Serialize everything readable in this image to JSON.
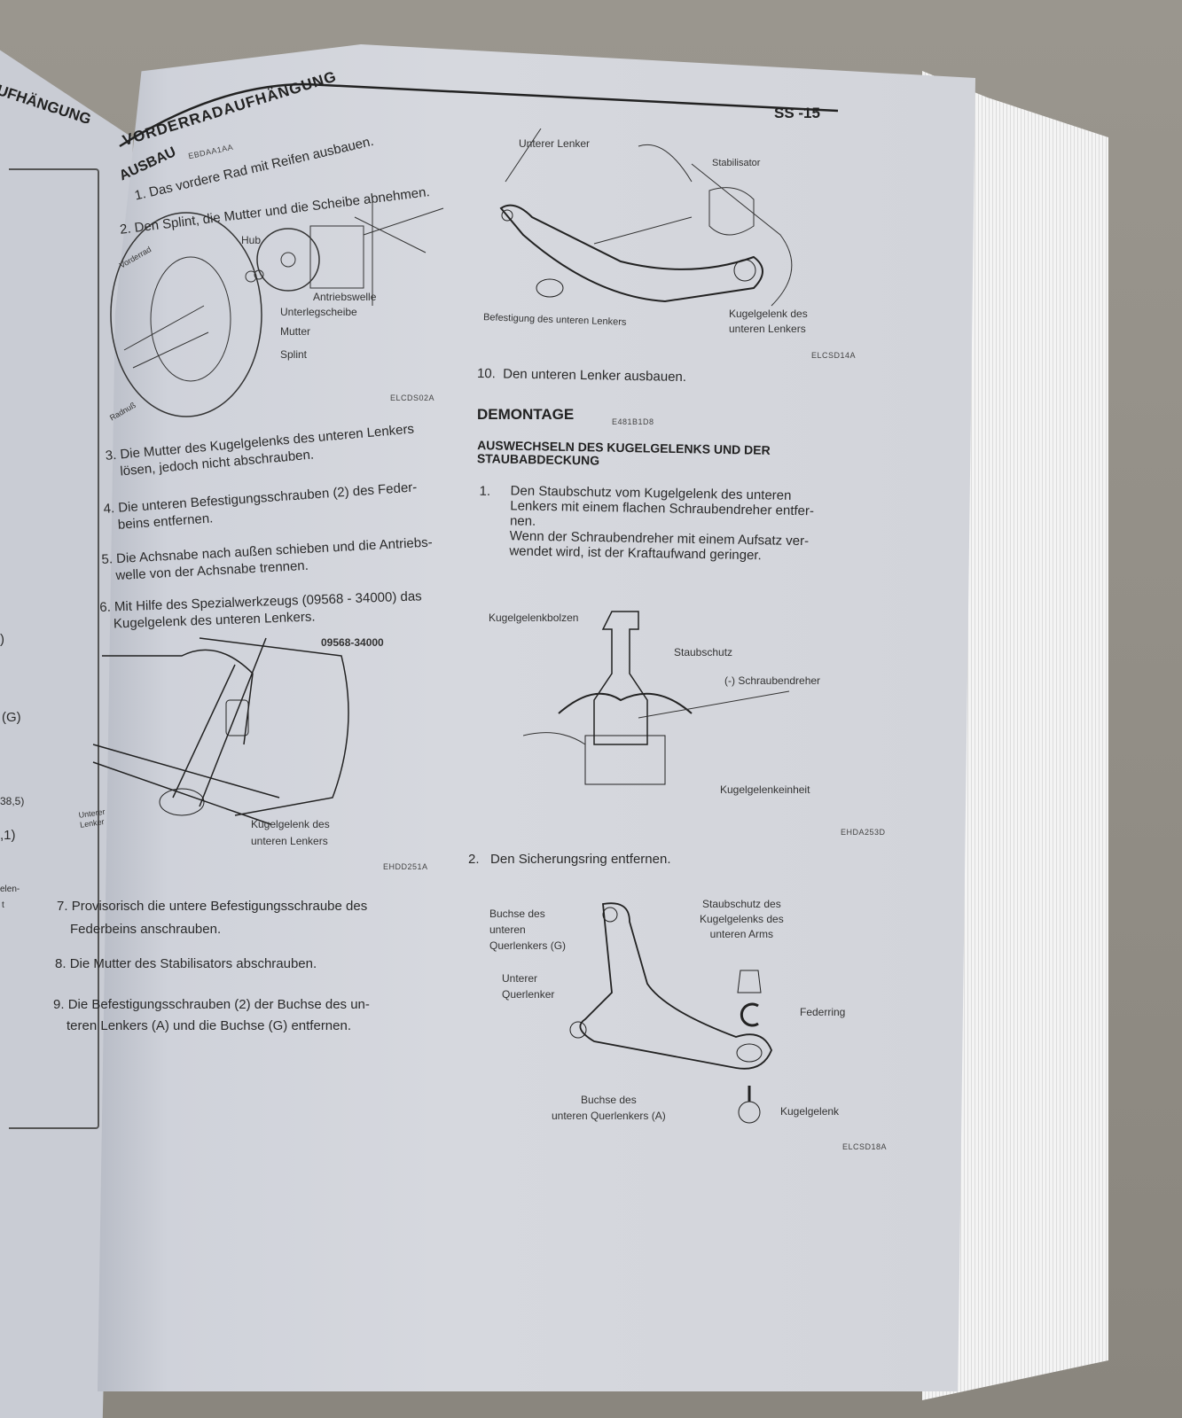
{
  "left_page": {
    "header": "UFHÄNGUNG",
    "margin_notes": [
      ")",
      "(G)",
      "38,5)",
      ",1)",
      "elen-",
      "t"
    ]
  },
  "header": {
    "section_title": "VORDERRADAUFHÄNGUNG",
    "page_number": "SS -15"
  },
  "left_column": {
    "ausbau": {
      "title": "AUSBAU",
      "code": "EBDAA1AA"
    },
    "steps_a": [
      {
        "num": "1.",
        "text": "Das vordere Rad mit Reifen ausbauen."
      },
      {
        "num": "2.",
        "text": "Den Splint, die Mutter und die Scheibe abnehmen."
      }
    ],
    "figure1": {
      "labels": [
        "Hub",
        "Vorderrad",
        "Antriebswelle",
        "Unterlegscheibe",
        "Mutter",
        "Splint",
        "Radnuß"
      ],
      "code": "ELCDS02A"
    },
    "steps_b": [
      {
        "num": "3.",
        "line1": "Die Mutter des Kugelgelenks des unteren Lenkers",
        "line2": "lösen, jedoch nicht abschrauben."
      },
      {
        "num": "4.",
        "line1": "Die unteren Befestigungsschrauben (2) des Feder-",
        "line2": "beins entfernen."
      },
      {
        "num": "5.",
        "line1": "Die Achsnabe nach außen schieben und die Antriebs-",
        "line2": "welle von der Achsnabe trennen."
      },
      {
        "num": "6.",
        "line1": "Mit Hilfe des Spezialwerkzeugs (09568 - 34000) das",
        "line2": "Kugelgelenk des unteren Lenkers."
      }
    ],
    "figure2": {
      "tool": "09568-34000",
      "label_lenker": "Unterer Lenker",
      "label_kugel1": "Kugelgelenk des",
      "label_kugel2": "unteren Lenkers",
      "code": "EHDD251A"
    },
    "steps_c": [
      {
        "num": "7.",
        "line1": "Provisorisch die untere Befestigungsschraube des",
        "line2": "Federbeins anschrauben."
      },
      {
        "num": "8.",
        "line1": "Die Mutter des Stabilisators abschrauben.",
        "line2": ""
      },
      {
        "num": "9.",
        "line1": "Die Befestigungsschrauben (2) der Buchse des un-",
        "line2": "teren Lenkers (A) und die Buchse (G) entfernen."
      }
    ]
  },
  "right_column": {
    "figure3": {
      "labels": {
        "unterer_lenker": "Unterer Lenker",
        "stabilisator": "Stabilisator",
        "befestigung": "Befestigung des unteren Lenkers",
        "kugel1": "Kugelgelenk des",
        "kugel2": "unteren Lenkers"
      },
      "code": "ELCSD14A"
    },
    "step10": {
      "num": "10.",
      "text": "Den unteren Lenker ausbauen."
    },
    "demontage": {
      "title": "DEMONTAGE",
      "code": "E481B1D8"
    },
    "subheading": {
      "line1": "AUSWECHSELN DES KUGELGELENKS UND DER",
      "line2": "STAUBABDECKUNG"
    },
    "step1": {
      "num": "1.",
      "lines": [
        "Den Staubschutz vom Kugelgelenk des unteren",
        "Lenkers mit einem flachen Schraubendreher entfer-",
        "nen.",
        "Wenn der Schraubendreher mit einem Aufsatz ver-",
        "wendet wird, ist der Kraftaufwand geringer."
      ]
    },
    "figure4": {
      "labels": {
        "bolzen": "Kugelgelenkbolzen",
        "staubschutz": "Staubschutz",
        "schraubendreher": "(-) Schraubendreher",
        "einheit": "Kugelgelenkeinheit"
      },
      "code": "EHDA253D"
    },
    "step2": {
      "num": "2.",
      "text": "Den Sicherungsring entfernen."
    },
    "figure5": {
      "labels": {
        "buchse_g": [
          "Buchse des",
          "unteren",
          "Querlenkers (G)"
        ],
        "querlenker": [
          "Unterer",
          "Querlenker"
        ],
        "staubschutz": [
          "Staubschutz des",
          "Kugelgelenks des",
          "unteren Arms"
        ],
        "federring": "Federring",
        "buchse_a": [
          "Buchse des",
          "unteren Querlenkers (A)"
        ],
        "kugelgelenk": "Kugelgelenk"
      },
      "code": "ELCSD18A"
    }
  }
}
